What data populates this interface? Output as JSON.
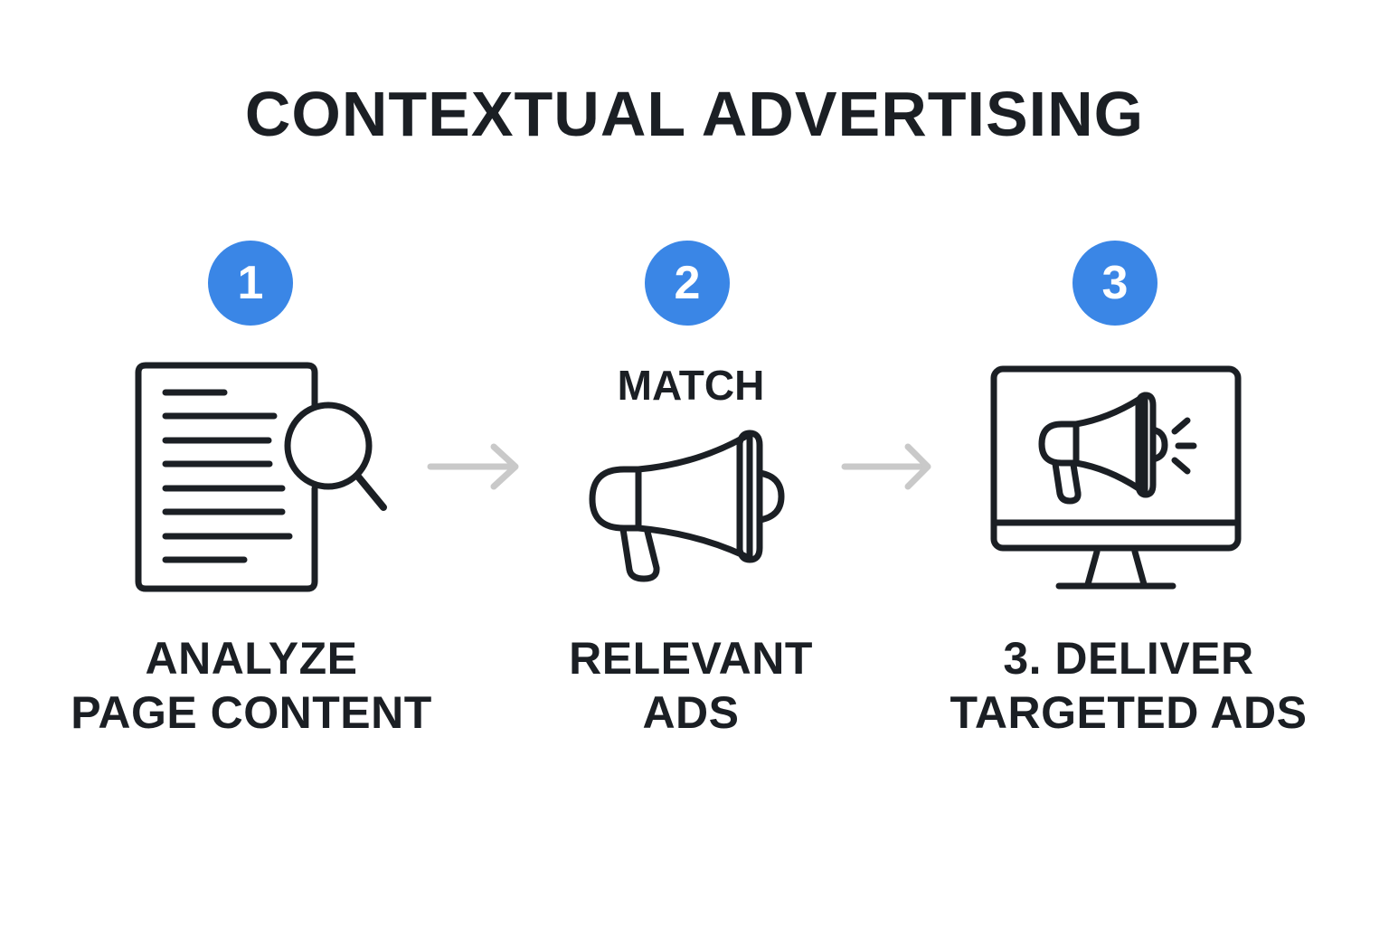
{
  "title": "CONTEXTUAL ADVERTISING",
  "steps": [
    {
      "number": "1",
      "over_label": "",
      "caption_line1": "ANALYZE",
      "caption_line2": "PAGE CONTENT",
      "icon": "document-search-icon"
    },
    {
      "number": "2",
      "over_label": "MATCH",
      "caption_line1": "RELEVANT",
      "caption_line2": "ADS",
      "icon": "megaphone-icon"
    },
    {
      "number": "3",
      "over_label": "",
      "caption_line1": "3. DELIVER",
      "caption_line2": "TARGETED ADS",
      "icon": "monitor-megaphone-icon"
    }
  ],
  "colors": {
    "badge": "#3a86e6",
    "text": "#1b1f24",
    "arrow": "#c9c9c9"
  }
}
